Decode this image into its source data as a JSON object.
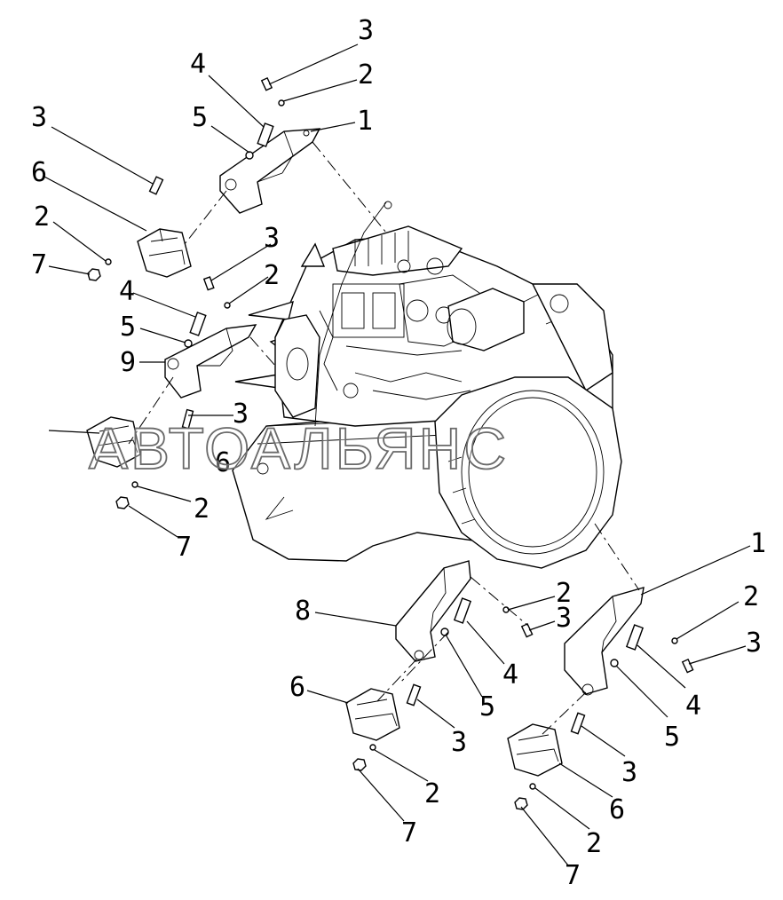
{
  "watermark": "АВТОАЛЬЯНС",
  "callouts": [
    {
      "id": "c1",
      "text": "3"
    },
    {
      "id": "c2",
      "text": "2"
    },
    {
      "id": "c3",
      "text": "4"
    },
    {
      "id": "c4",
      "text": "5"
    },
    {
      "id": "c5",
      "text": "1"
    },
    {
      "id": "c6",
      "text": "3"
    },
    {
      "id": "c7",
      "text": "6"
    },
    {
      "id": "c8",
      "text": "2"
    },
    {
      "id": "c9",
      "text": "7"
    },
    {
      "id": "c10",
      "text": "3"
    },
    {
      "id": "c11",
      "text": "2"
    },
    {
      "id": "c12",
      "text": "4"
    },
    {
      "id": "c13",
      "text": "5"
    },
    {
      "id": "c14",
      "text": "9"
    },
    {
      "id": "c15",
      "text": "3"
    },
    {
      "id": "c16",
      "text": "6"
    },
    {
      "id": "c17",
      "text": "2"
    },
    {
      "id": "c18",
      "text": "7"
    },
    {
      "id": "c19",
      "text": "1"
    },
    {
      "id": "c20",
      "text": "2"
    },
    {
      "id": "c21",
      "text": "3"
    },
    {
      "id": "c22",
      "text": "4"
    },
    {
      "id": "c23",
      "text": "5"
    },
    {
      "id": "c24",
      "text": "8"
    },
    {
      "id": "c25",
      "text": "2"
    },
    {
      "id": "c26",
      "text": "3"
    },
    {
      "id": "c27",
      "text": "4"
    },
    {
      "id": "c28",
      "text": "5"
    },
    {
      "id": "c29",
      "text": "6"
    },
    {
      "id": "c30",
      "text": "3"
    },
    {
      "id": "c31",
      "text": "2"
    },
    {
      "id": "c32",
      "text": "7"
    },
    {
      "id": "c33",
      "text": "3"
    },
    {
      "id": "c34",
      "text": "6"
    },
    {
      "id": "c35",
      "text": "2"
    },
    {
      "id": "c36",
      "text": "7"
    }
  ]
}
